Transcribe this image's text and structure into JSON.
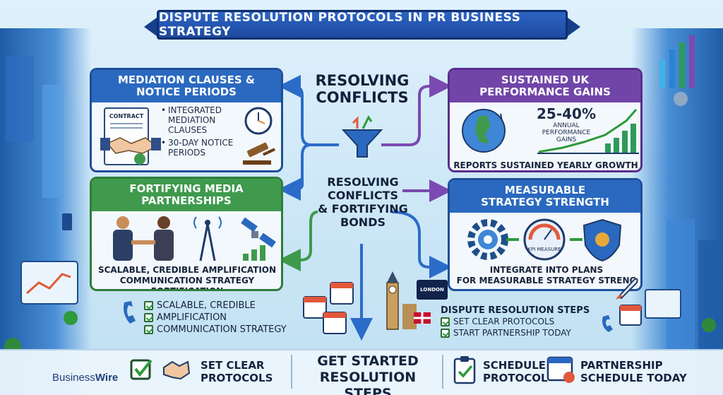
{
  "title": "DISPUTE RESOLUTION PROTOCOLS IN PR BUSINESS STRATEGY",
  "panels": {
    "mediation": {
      "heading": "MEDIATION CLAUSES & NOTICE PERIODS",
      "contract_label": "CONTRACT",
      "bullets": [
        "INTEGRATED MEDIATION CLAUSES",
        "30-DAY NOTICE PERIODS"
      ]
    },
    "media": {
      "heading": "FORTIFYING MEDIA PARTNERSHIPS",
      "caption_line1": "SCALABLE, CREDIBLE AMPLIFICATION",
      "caption_line2": "COMMUNICATION STRATEGY FORTIFICATION"
    },
    "uk": {
      "heading": "SUSTAINED UK PERFORMANCE GAINS",
      "stat": "25-40%",
      "stat_label": "ANNUAL PERFORMANCE GAINS",
      "caption": "REPORTS SUSTAINED YEARLY GROWTH"
    },
    "strategy": {
      "heading": "MEASURABLE STRATEGY STRENGTH",
      "kpi_label": "KPI MEASURE",
      "caption_line1": "INTEGRATE INTO PLANS",
      "caption_line2": "FOR MEASURABLE STRATEGY STRENG"
    }
  },
  "center": {
    "top_line1": "RESOLVING",
    "top_line2": "CONFLICTS",
    "mid_line1": "RESOLVING",
    "mid_line2": "CONFLICTS",
    "mid_line3": "& FORTIFYING",
    "mid_line4": "BONDS"
  },
  "left_checklist": [
    "SCALABLE, CREDIBLE",
    "AMPLIFICATION",
    "COMMUNICATION STRATEGY"
  ],
  "steps": {
    "heading": "DISPUTE RESOLUTION STEPS",
    "sign_label": "LONDON",
    "items": [
      "SET CLEAR PROTOCOLS",
      "START PARTNERSHIP TODAY"
    ]
  },
  "bottom": {
    "logo_part1": "Business",
    "logo_part2": "Wire",
    "protocols": "SET CLEAR PROTOCOLS",
    "get_started_line1": "GET STARTED",
    "get_started_line2": "RESOLUTION STEPS",
    "schedule_line1": "SCHEDULE",
    "schedule_line2": "PROTOCOL",
    "partnership_line1": "PARTNERSHIP",
    "partnership_line2": "SCHEDULE TODAY"
  },
  "colors": {
    "banner": "#2c64c4",
    "blue_panel": "#2a69bf",
    "green_panel": "#3f9a4d",
    "purple_panel": "#7145a8",
    "arrow_blue": "#2b6cc9",
    "arrow_green": "#3e9a4a",
    "arrow_purple": "#7a4ab0"
  }
}
